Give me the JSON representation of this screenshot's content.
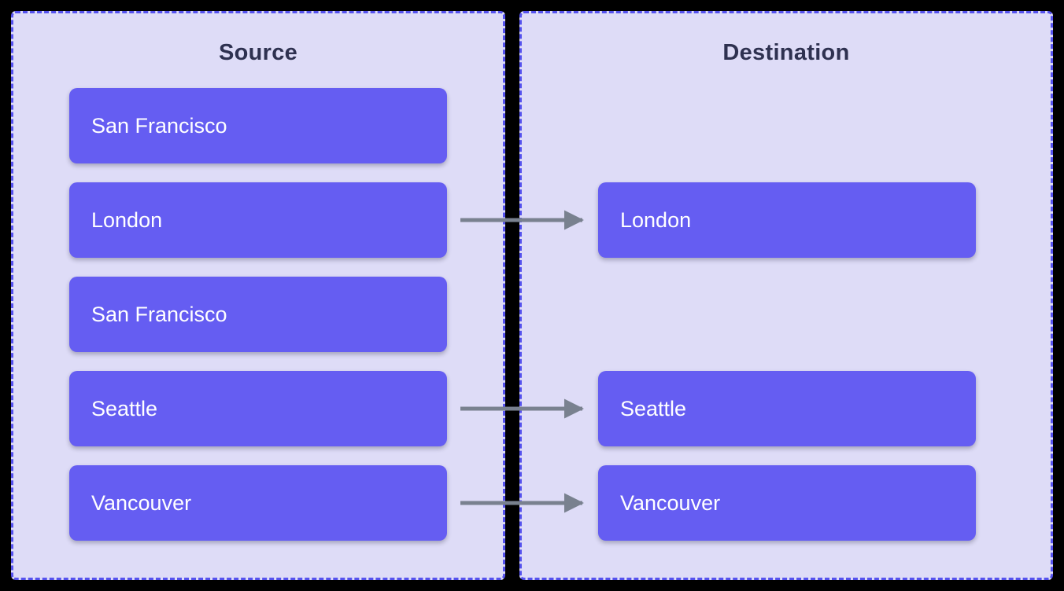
{
  "source_panel": {
    "title": "Source",
    "items": [
      {
        "label": "San Francisco"
      },
      {
        "label": "London"
      },
      {
        "label": "San Francisco"
      },
      {
        "label": "Seattle"
      },
      {
        "label": "Vancouver"
      }
    ]
  },
  "destination_panel": {
    "title": "Destination",
    "items": [
      {
        "label": "London"
      },
      {
        "label": "Seattle"
      },
      {
        "label": "Vancouver"
      }
    ]
  },
  "arrows": [
    {
      "from": "London",
      "to": "London"
    },
    {
      "from": "Seattle",
      "to": "Seattle"
    },
    {
      "from": "Vancouver",
      "to": "Vancouver"
    }
  ],
  "colors": {
    "background": "#000000",
    "panel_bg": "#dedcf7",
    "panel_border": "#5552ee",
    "card_bg": "#655df2",
    "title_text": "#2e3150",
    "arrow": "#79818f"
  }
}
